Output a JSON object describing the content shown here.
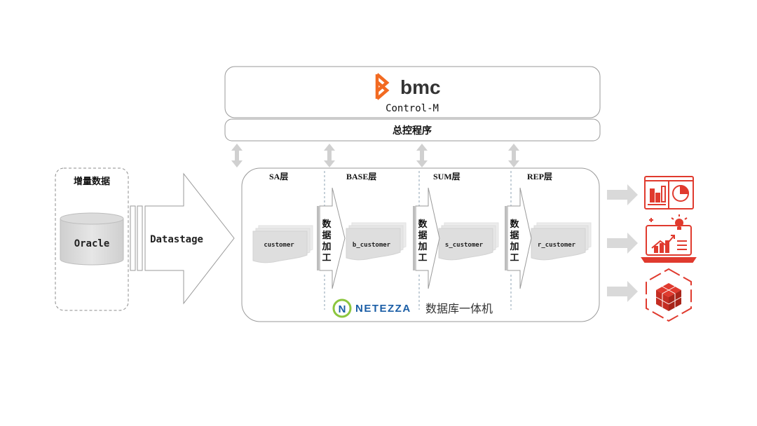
{
  "scheduler": {
    "brand": "bmc",
    "product": "Control-M",
    "master_program": "总控程序"
  },
  "source": {
    "title": "增量数据",
    "db_name": "Oracle"
  },
  "etl": {
    "tool": "Datastage"
  },
  "warehouse": {
    "layers": [
      {
        "label": "SA层",
        "table": "customer"
      },
      {
        "label": "BASE层",
        "table": "b_customer"
      },
      {
        "label": "SUM层",
        "table": "s_customer"
      },
      {
        "label": "REP层",
        "table": "r_customer"
      }
    ],
    "process_label": "数据加工",
    "process_chars": [
      "数",
      "据",
      "加",
      "工"
    ],
    "appliance_brand": "NETEZZA",
    "appliance_name": "数据库一体机"
  },
  "outputs": {
    "icons": [
      "dashboard-report-icon",
      "analytics-insight-icon",
      "data-cube-icon"
    ]
  },
  "colors": {
    "bmc_orange": "#f26a21",
    "output_red": "#e03a2e",
    "netezza_blue": "#1b5ea6",
    "netezza_green": "#8cc63f",
    "arrow_gray": "#d9d9d9"
  }
}
